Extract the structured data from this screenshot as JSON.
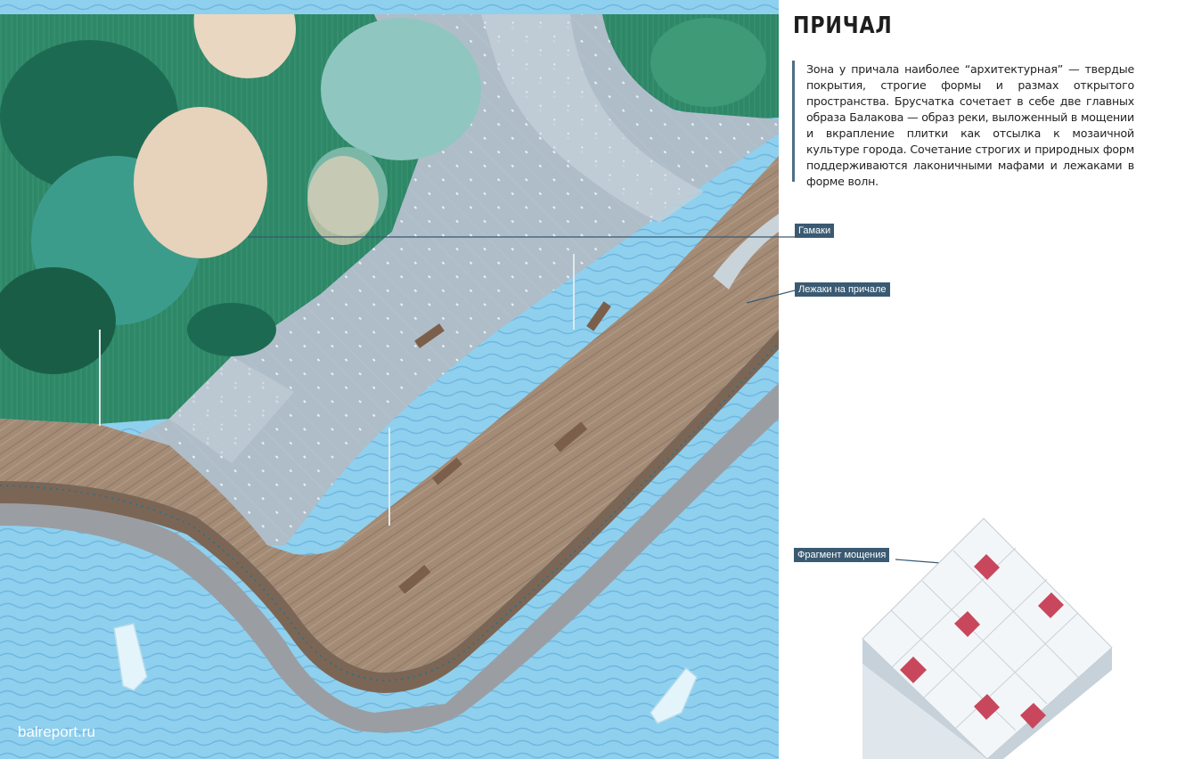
{
  "heading": "ПРИЧАЛ",
  "description": "Зона у причала наиболее “архитектурная” — твердые покрытия, строгие формы и размах открытого пространства. Брусчатка сочетает в себе две главных образа Балакова — образ реки, выложенный в мощении и вкрапление плитки как отсылка к мозаичной культуре города. Сочетание строгих и природных форм поддерживаются лаконичными мафами и лежаками в форме волн.",
  "labels": {
    "hammocks": "Гамаки",
    "loungers": "Лежаки на причале",
    "paving_fragment": "Фрагмент мощения"
  },
  "watermark": "balreport.ru",
  "colors": {
    "water": "#8fd0ee",
    "park": "#2f8a6a",
    "plaza": "#a9b8c4",
    "deck": "#a08874",
    "tile_accent": "#c9475c",
    "label_bg": "#3a5a72"
  }
}
